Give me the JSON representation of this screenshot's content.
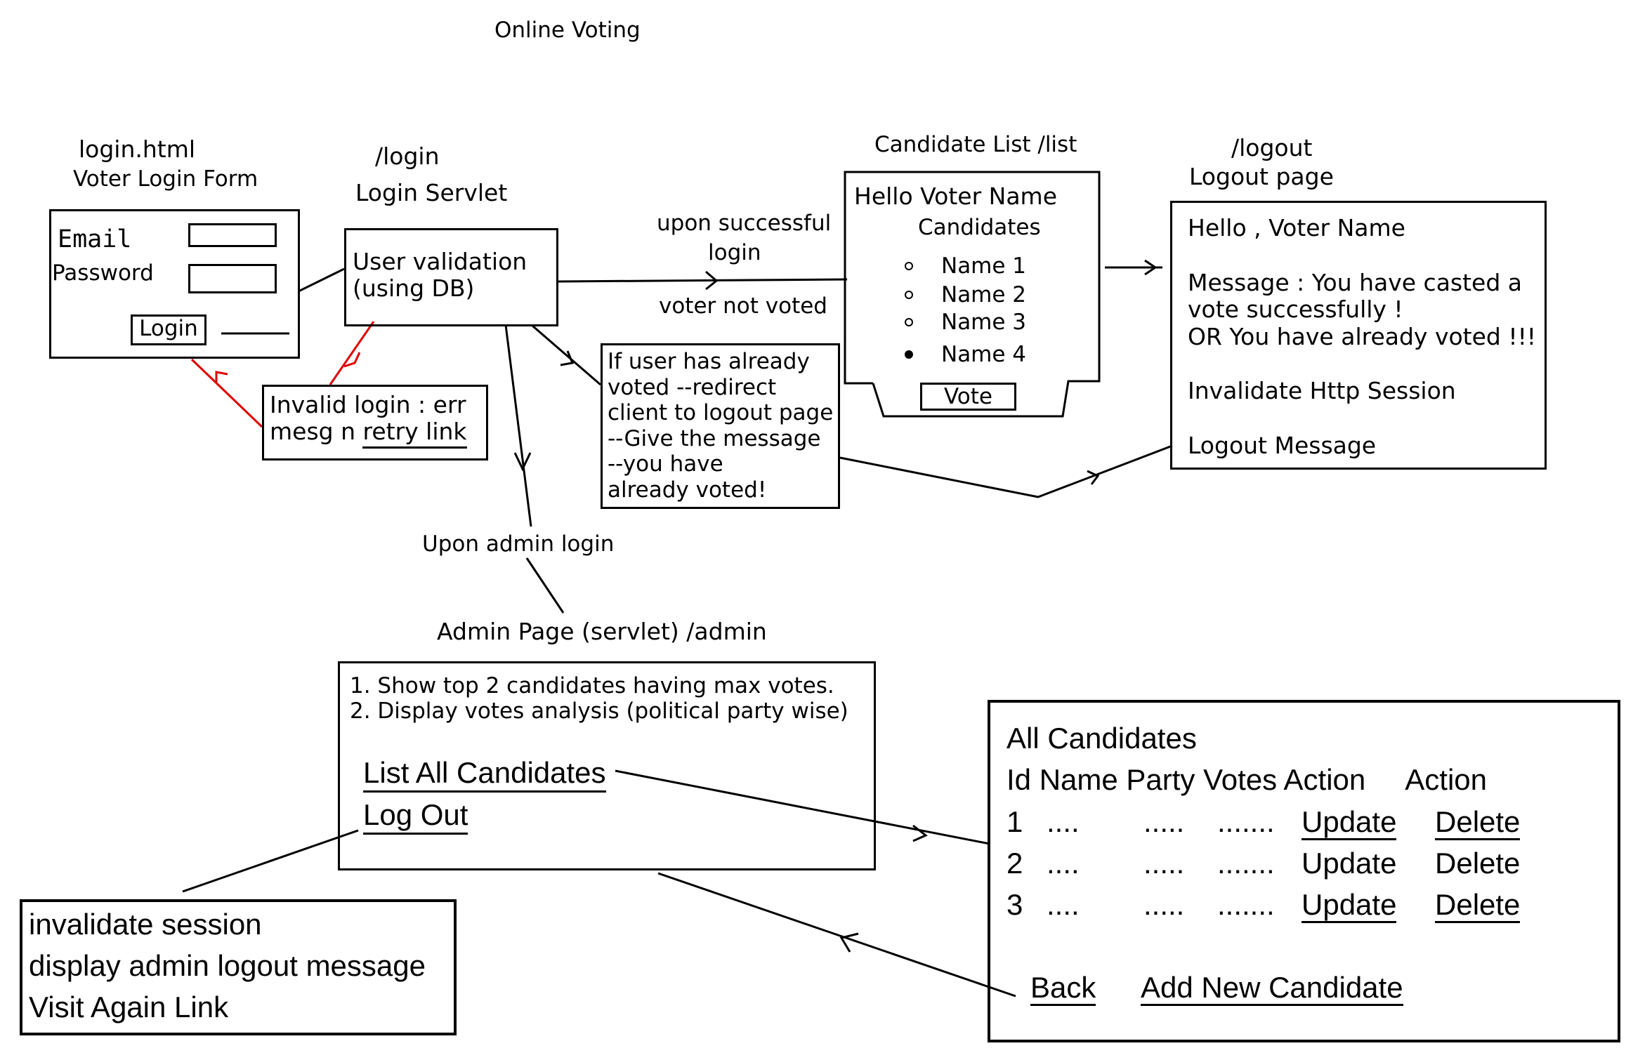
{
  "title": "Online Voting",
  "login_form": {
    "file": "login.html",
    "caption": "Voter Login Form",
    "email_label": "Email",
    "password_label": "Password",
    "login_button": "Login"
  },
  "login_servlet": {
    "path": "/login",
    "caption": "Login Servlet",
    "line1": "User validation",
    "line2": "(using DB)"
  },
  "invalid_login": {
    "line1": "Invalid login : err",
    "line2_prefix": "mesg n ",
    "line2_link": "retry link"
  },
  "edge_labels": {
    "success_1": "upon successful",
    "success_2": "login",
    "not_voted": "voter not voted",
    "admin_login": "Upon admin login"
  },
  "already_voted": {
    "lines": [
      "If user has already",
      "voted --redirect",
      "client to logout page",
      "--Give the message",
      "--you have",
      "already voted!"
    ]
  },
  "candidate_list": {
    "caption": "Candidate List  /list",
    "greeting": "Hello Voter Name",
    "heading": "Candidates",
    "options": [
      "Name 1",
      "Name 2",
      "Name 3",
      "Name 4"
    ],
    "vote_button": "Vote"
  },
  "logout_page": {
    "path": "/logout",
    "caption": "Logout page",
    "greeting": "Hello , Voter Name",
    "message_1": "Message : You have casted a",
    "message_2": "vote successfully !",
    "message_3": "OR You have already voted !!!",
    "invalidate": "Invalidate Http Session",
    "logout_message": "Logout Message"
  },
  "admin_page": {
    "caption": "Admin Page (servlet) /admin",
    "item1": "1. Show top 2 candidates having max votes.",
    "item2": "2. Display votes analysis (political party wise)",
    "list_link": "List All Candidates",
    "logout_link": "Log Out"
  },
  "admin_logout": {
    "line1": "invalidate session",
    "line2": "display admin logout message",
    "line3": "Visit Again Link"
  },
  "all_candidates": {
    "title": "All Candidates",
    "headers": "Id Name Party Votes Action     Action",
    "rows": [
      {
        "id": "1",
        "name": "....",
        "party": ".....",
        "votes": ".......",
        "update": "Update",
        "delete": "Delete"
      },
      {
        "id": "2",
        "name": "....",
        "party": ".....",
        "votes": ".......",
        "update": "Update",
        "delete": "Delete"
      },
      {
        "id": "3",
        "name": "....",
        "party": ".....",
        "votes": ".......",
        "update": "Update",
        "delete": "Delete"
      }
    ],
    "back_link": "Back",
    "add_link": "Add New Candidate"
  }
}
